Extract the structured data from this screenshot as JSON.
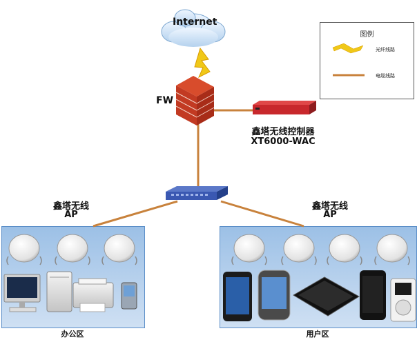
{
  "internet": {
    "label": "Internet"
  },
  "firewall": {
    "label": "FW"
  },
  "controller": {
    "name": "鑫塔无线控制器",
    "model": "XT6000-WAC"
  },
  "ap_left": {
    "line1": "鑫塔无线",
    "line2": "AP"
  },
  "ap_right": {
    "line1": "鑫塔无线",
    "line2": "AP"
  },
  "zones": {
    "office": "办公区",
    "user": "用户区"
  },
  "legend": {
    "title": "图例",
    "fiber": "光纤线路",
    "cable": "电缆线路"
  },
  "colors": {
    "cable": "#c8823c",
    "fiber": "#f0c818",
    "zone_fill": "#b9d2ee",
    "zone_border": "#5b8ec8"
  }
}
